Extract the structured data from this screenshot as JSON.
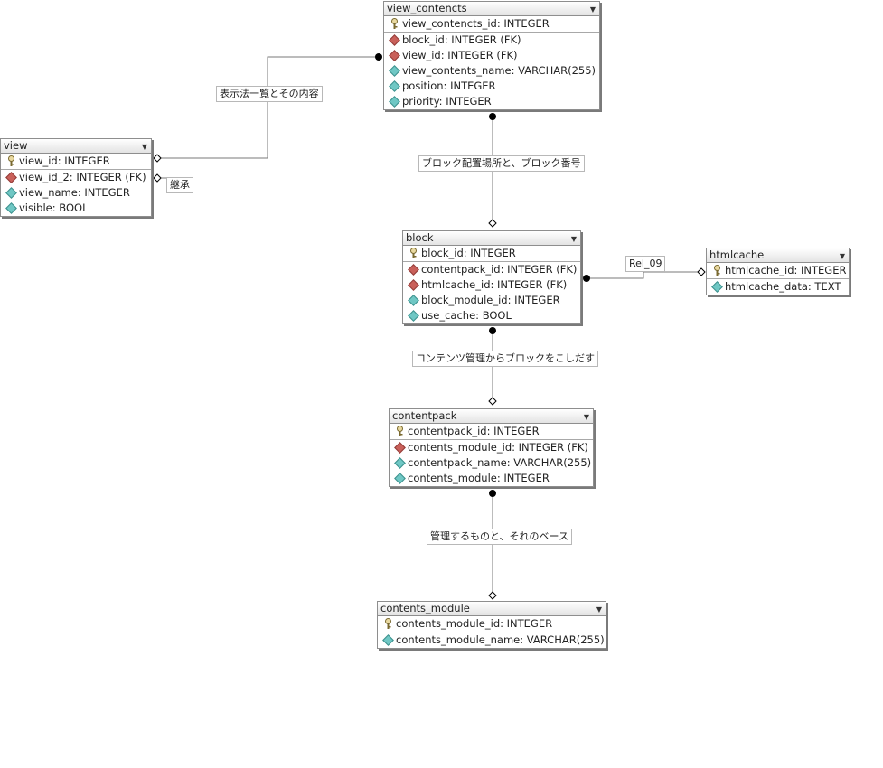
{
  "entities": {
    "view_contencts": {
      "title": "view_contencts",
      "columns": [
        {
          "kind": "pk",
          "text": "view_contencts_id: INTEGER"
        },
        {
          "kind": "fk",
          "text": "block_id: INTEGER (FK)"
        },
        {
          "kind": "fk",
          "text": "view_id: INTEGER (FK)"
        },
        {
          "kind": "col",
          "text": "view_contents_name: VARCHAR(255)"
        },
        {
          "kind": "col",
          "text": "position: INTEGER"
        },
        {
          "kind": "col",
          "text": "priority: INTEGER"
        }
      ]
    },
    "view": {
      "title": "view",
      "columns": [
        {
          "kind": "pk",
          "text": "view_id: INTEGER"
        },
        {
          "kind": "fk",
          "text": "view_id_2: INTEGER (FK)"
        },
        {
          "kind": "col",
          "text": "view_name: INTEGER"
        },
        {
          "kind": "col",
          "text": "visible: BOOL"
        }
      ]
    },
    "block": {
      "title": "block",
      "columns": [
        {
          "kind": "pk",
          "text": "block_id: INTEGER"
        },
        {
          "kind": "fk",
          "text": "contentpack_id: INTEGER (FK)"
        },
        {
          "kind": "fk",
          "text": "htmlcache_id: INTEGER (FK)"
        },
        {
          "kind": "col",
          "text": "block_module_id: INTEGER"
        },
        {
          "kind": "col",
          "text": "use_cache: BOOL"
        }
      ]
    },
    "htmlcache": {
      "title": "htmlcache",
      "columns": [
        {
          "kind": "pk",
          "text": "htmlcache_id: INTEGER"
        },
        {
          "kind": "col",
          "text": "htmlcache_data: TEXT"
        }
      ]
    },
    "contentpack": {
      "title": "contentpack",
      "columns": [
        {
          "kind": "pk",
          "text": "contentpack_id: INTEGER"
        },
        {
          "kind": "fk",
          "text": "contents_module_id: INTEGER (FK)"
        },
        {
          "kind": "col",
          "text": "contentpack_name: VARCHAR(255)"
        },
        {
          "kind": "col",
          "text": "contents_module: INTEGER"
        }
      ]
    },
    "contents_module": {
      "title": "contents_module",
      "columns": [
        {
          "kind": "pk",
          "text": "contents_module_id: INTEGER"
        },
        {
          "kind": "col",
          "text": "contents_module_name: VARCHAR(255)"
        }
      ]
    }
  },
  "relations": {
    "view_to_view_contencts": "表示法一覧とその内容",
    "view_self": "継承",
    "block_to_view_contencts": "ブロック配置場所と、ブロック番号",
    "htmlcache_to_block": "Rel_09",
    "contentpack_to_block": "コンテンツ管理からブロックをこしだす",
    "contents_module_to_contentpack": "管理するものと、それのベース"
  },
  "icons": {
    "pk": "key-icon",
    "fk": "fk-diamond-icon",
    "col": "column-diamond-icon",
    "menu": "dropdown-arrow-icon"
  },
  "colors": {
    "fk": "#c9605a",
    "col": "#6fc7c4",
    "line": "#7a7a7a"
  }
}
